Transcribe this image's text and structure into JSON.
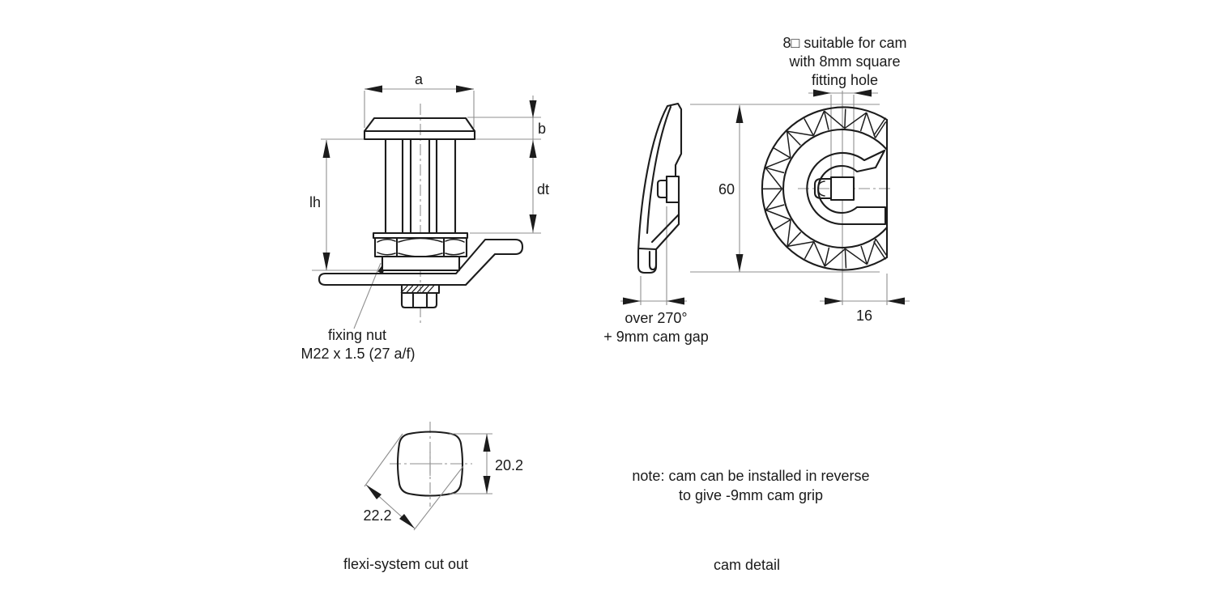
{
  "diagram": {
    "assembly_view": {
      "dim_a": "a",
      "dim_b": "b",
      "dim_dt": "dt",
      "dim_lh": "lh",
      "fixing_nut_line1": "fixing nut",
      "fixing_nut_line2": "M22 x 1.5 (27 a/f)"
    },
    "side_view": {
      "rotation_line1": "over 270°",
      "rotation_line2": "+ 9mm cam gap"
    },
    "front_view": {
      "heading_line1": "8□ suitable for cam",
      "heading_line2": "with 8mm square",
      "heading_line3": "fitting hole",
      "dim_height": "60",
      "dim_width": "16",
      "caption": "cam detail"
    },
    "cutout_view": {
      "dim_height": "20.2",
      "dim_diagonal": "22.2",
      "caption": "flexi-system cut out"
    },
    "note": {
      "line1": "note: cam can be installed in reverse",
      "line2": "to give -9mm cam grip"
    },
    "colors": {
      "line": "#1c1c1c",
      "dim_line": "#8f8f8f",
      "background": "#ffffff"
    }
  }
}
